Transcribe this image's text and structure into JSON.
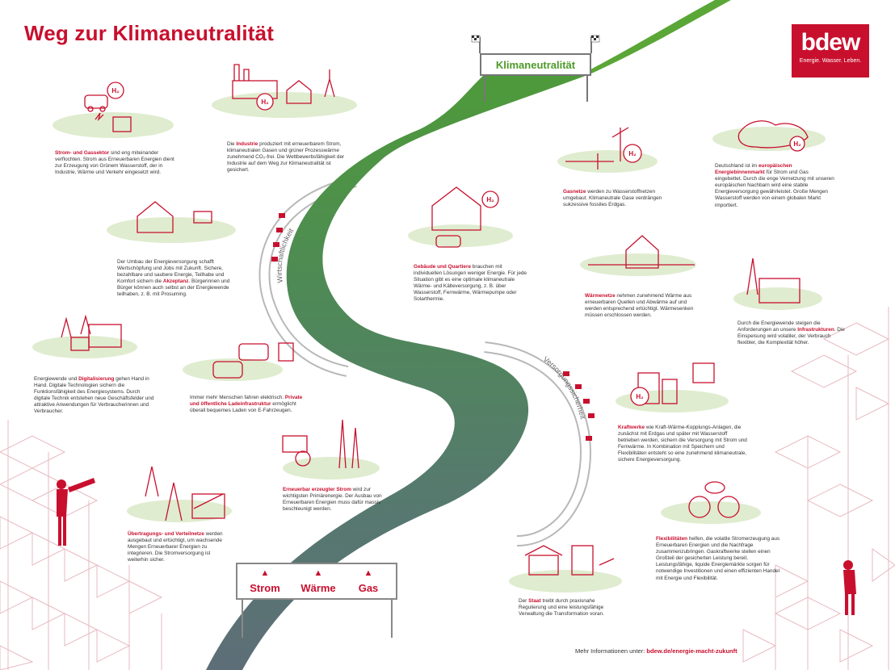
{
  "title": "Weg zur Klimaneutralität",
  "logo": {
    "wordmark": "bdew",
    "tagline": "Energie. Wasser. Leben."
  },
  "goal_sign": "Klimaneutralität",
  "road_labels": {
    "left_arc": "Wirtschaftlichkeit",
    "right_arc": "Versorgungssicherheit"
  },
  "bottom_sign": {
    "items": [
      "Strom",
      "Wärme",
      "Gas"
    ]
  },
  "colors": {
    "accent": "#c8102e",
    "green": "#5aa636",
    "road": "#5f7d7a",
    "pale_green": "#dfeccf"
  },
  "blocks": {
    "gas": {
      "hl": "Strom- und Gassektor",
      "text": " sind eng miteinander verflochten. Strom aus Erneuerbaren Energien dient zur Erzeugung von Grünem Wasserstoff, der in Industrie, Wärme und Verkehr eingesetzt wird."
    },
    "industrie": {
      "pre": "Die ",
      "hl": "Industrie",
      "text": " produziert mit erneuerbarem Strom, klimaneutralen Gasen und grüner Prozesswärme zunehmend CO₂-frei. Die Wettbewerbsfähigkeit der Industrie auf dem Weg zur Klimaneutralität ist gesichert."
    },
    "akzeptanz": {
      "pre": "Der Umbau der Energieversorgung schafft Wertschöpfung und Jobs mit Zukunft. Sichere, bezahlbare und saubere Energie, Teilhabe und Komfort sichern die ",
      "hl": "Akzeptanz",
      "text": ". Bürgerinnen und Bürger können auch selbst an der Energiewende teilhaben, z. B. mit Prosuming."
    },
    "digital": {
      "pre": "Energiewende und ",
      "hl": "Digitalisierung",
      "text": " gehen Hand in Hand. Digitale Technologien sichern die Funktionsfähigkeit des Energiesystems. Durch digitale Technik entstehen neue Geschäftsfelder und attraktive Anwendungen für Verbraucherinnen und Verbraucher."
    },
    "laden": {
      "pre": "Immer mehr Menschen fahren elektrisch. ",
      "hl": "Private und öffentliche Ladeinfrastruktur",
      "text": " ermöglicht überall bequemes Laden von E-Fahrzeugen."
    },
    "netze": {
      "hl": "Übertragungs- und Verteilnetze",
      "text": " werden ausgebaut und ertüchtigt, um wachsende Mengen Erneuerbarer Energien zu integrieren. Die Stromversorgung ist weiterhin sicher."
    },
    "ee": {
      "hl": "Erneuerbar erzeugter Strom",
      "text": " wird zur wichtigsten Primärenergie. Der Ausbau von Erneuerbaren Energien muss dafür massiv beschleunigt werden."
    },
    "gebaeude": {
      "hl": "Gebäude und Quartiere",
      "text": " brauchen mit individuellen Lösungen weniger Energie. Für jede Situation gibt es eine optimale klimaneutrale Wärme- und Kälteversorgung, z. B. über Wasserstoff, Fernwärme, Wärmepumpe oder Solarthermie."
    },
    "gasnetze": {
      "hl": "Gasnetze",
      "text": " werden zu Wasserstoffnetzen umgebaut. Klimaneutrale Gase verdrängen sukzessive fossiles Erdgas."
    },
    "binnenmarkt": {
      "pre": "Deutschland ist im ",
      "hl": "europäischen Energiebinnenmarkt",
      "text": " für Strom und Gas eingebettet. Durch die enge Vernetzung mit unseren europäischen Nachbarn wird eine stabile Energieversorgung gewährleistet. Große Mengen Wasserstoff werden von einem globalen Markt importiert."
    },
    "waermenetze": {
      "hl": "Wärmenetze",
      "text": " nehmen zunehmend Wärme aus erneuerbaren Quellen und Abwärme auf und werden entsprechend ertüchtigt. Wärmesenken müssen erschlossen werden."
    },
    "infra": {
      "pre": "Durch die Energiewende steigen die Anforderungen an unsere ",
      "hl": "Infrastrukturen",
      "text": ". Die Einspeisung wird volatiler, der Verbrauch flexibler, die Komplexität höher."
    },
    "kraftwerke": {
      "hl": "Kraftwerke",
      "text": " wie Kraft-Wärme-Kopplungs-Anlagen, die zunächst mit Erdgas und später mit Wasserstoff betrieben werden, sichern die Versorgung mit Strom und Fernwärme. In Kombination mit Speichern und Flexibilitäten entsteht so eine zunehmend klimaneutrale, sichere Energieversorgung."
    },
    "flex": {
      "hl": "Flexibilitäten",
      "text": " helfen, die volatile Stromerzeugung aus Erneuerbaren Energien und die Nachfrage zusammenzubringen. Gaskraftwerke stellen einen Großteil der gesicherten Leistung bereit. Leistungsfähige, liquide Energiemärkte sorgen für notwendige Investitionen und einen effizienten Handel mit Energie und Flexibilität."
    },
    "staat": {
      "pre": "Der ",
      "hl": "Staat",
      "text": " treibt durch praxisnahe Regulierung und eine leistungsfähige Verwaltung die Transformation voran."
    }
  },
  "icon_labels": {
    "h2": "H₂"
  },
  "footer": {
    "label": "Mehr Informationen unter: ",
    "link": "bdew.de/energie-macht-zukunft"
  }
}
